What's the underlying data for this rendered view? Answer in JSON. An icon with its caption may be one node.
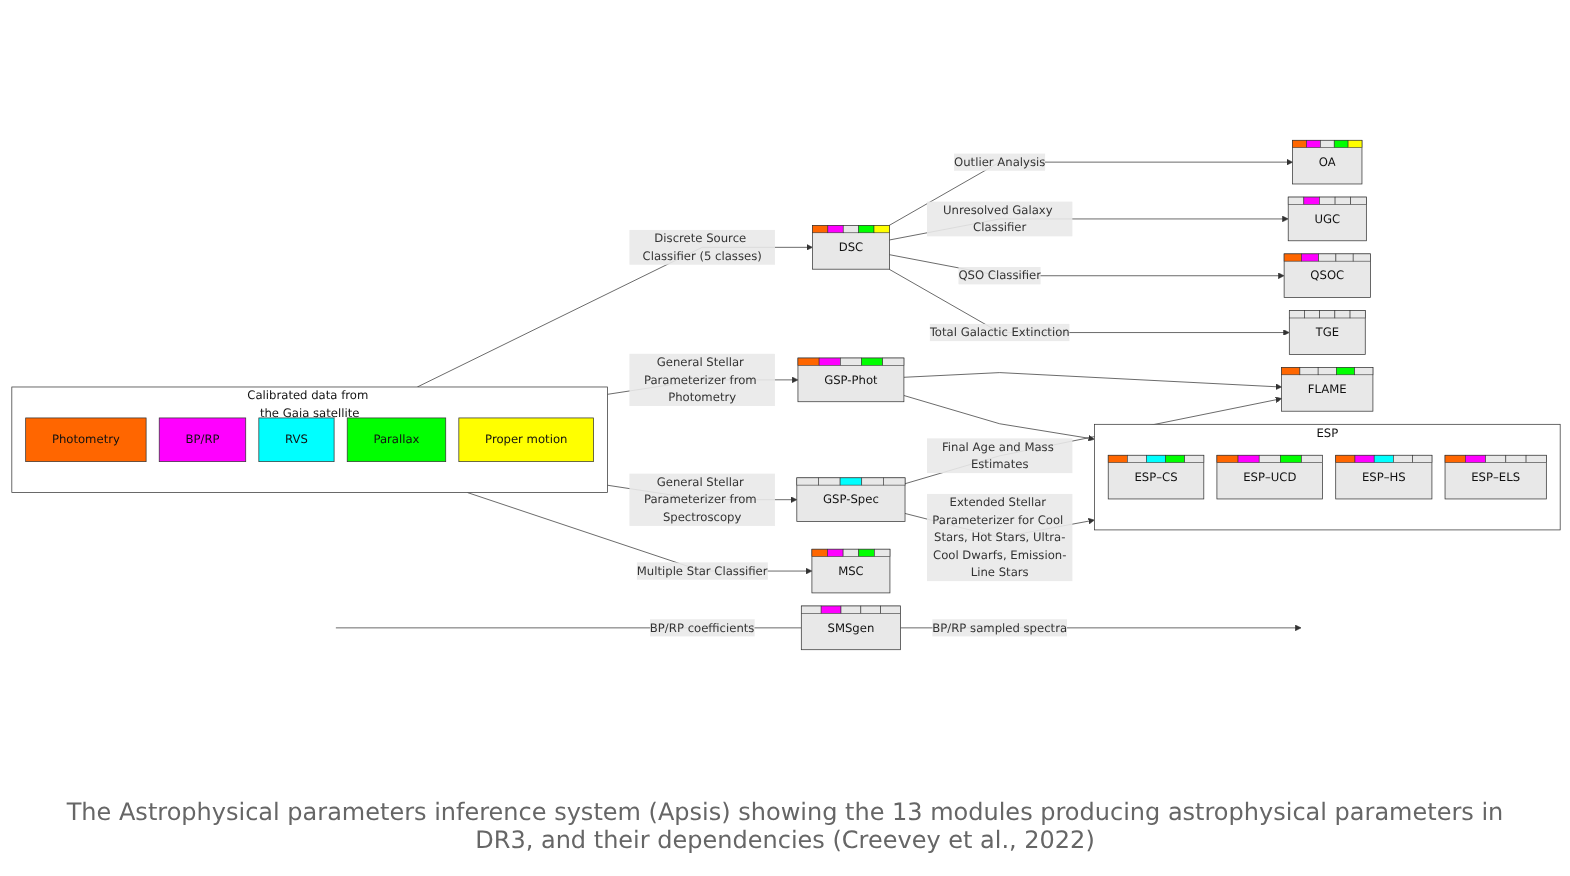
{
  "diagram": {
    "caption": "The Astrophysical parameters inference system (Apsis) showing the 13 modules producing astrophysical parameters in DR3, and their dependencies (Creevey et al., 2022)",
    "nodes": [
      {
        "text": [
          "SMSgen"
        ]
      },
      {
        "text": [
          "DSC"
        ]
      },
      {
        "text": [
          "OA"
        ]
      },
      {
        "text": [
          "UGC"
        ]
      },
      {
        "text": [
          "QSOC"
        ]
      },
      {
        "text": [
          "TGE"
        ]
      },
      {
        "text": [
          "Calibrated data from the Gaia satellite"
        ]
      },
      {
        "text": [
          "Photometry"
        ],
        "in": 6
      },
      {
        "text": [
          "BP/RP"
        ],
        "in": 6
      },
      {
        "text": [
          "RVS"
        ],
        "in": 6
      },
      {
        "text": [
          "Parallax"
        ],
        "in": 6
      },
      {
        "text": [
          "Proper motion"
        ],
        "in": 6
      },
      {
        "text": [
          "GSP-Phot"
        ]
      },
      {
        "text": [
          "FLAME"
        ]
      },
      {
        "text": [
          "GSP-Spec"
        ]
      },
      {
        "text": [
          "ESP"
        ]
      },
      {
        "text": [
          "ESP–CS"
        ],
        "in": 15
      },
      {
        "text": [
          "ESP–UCD"
        ],
        "in": 15
      },
      {
        "text": [
          "ESP–HS"
        ],
        "in": 15
      },
      {
        "text": [
          "ESP–ELS"
        ],
        "in": 15
      },
      {
        "text": [
          "MSC"
        ]
      }
    ],
    "edges": [
      {
        "from": null,
        "to": 0,
        "arrow": "none",
        "label": "BP/RP coefficients"
      },
      {
        "from": 0,
        "to": null,
        "arrow": "to",
        "label": "BP/RP sampled spectra"
      },
      {
        "from": 6,
        "to": 1,
        "arrow": "to",
        "label": "Discrete Source Classifier (5 classes)"
      },
      {
        "from": 6,
        "to": 12,
        "arrow": "to",
        "label": "General Stellar Parameterizer from Photometry"
      },
      {
        "from": 6,
        "to": 14,
        "arrow": "to",
        "label": "General Stellar Parameterizer from Spectroscopy"
      },
      {
        "from": 6,
        "to": 20,
        "arrow": "to",
        "label": "Multiple Star Classifier"
      },
      {
        "from": 1,
        "to": 2,
        "arrow": "to",
        "label": "Outlier Analysis"
      },
      {
        "from": 1,
        "to": 3,
        "arrow": "to",
        "label": "Unresolved Galaxy Classifier"
      },
      {
        "from": 1,
        "to": 4,
        "arrow": "to",
        "label": "QSO Classifier"
      },
      {
        "from": 1,
        "to": 5,
        "arrow": "to",
        "label": "Total Galactic Extinction"
      },
      {
        "from": 12,
        "to": 13,
        "arrow": "to"
      },
      {
        "from": 14,
        "to": 13,
        "arrow": "to",
        "label": "Final Age and Mass Estimates"
      },
      {
        "from": 12,
        "to": 15,
        "arrow": "to"
      },
      {
        "from": 14,
        "to": 15,
        "arrow": "to",
        "label": "Extended Stellar Parameterizer for Cool Stars, Hot Stars, Ultra-Cool Dwarfs, Emission-Line Stars"
      }
    ]
  }
}
